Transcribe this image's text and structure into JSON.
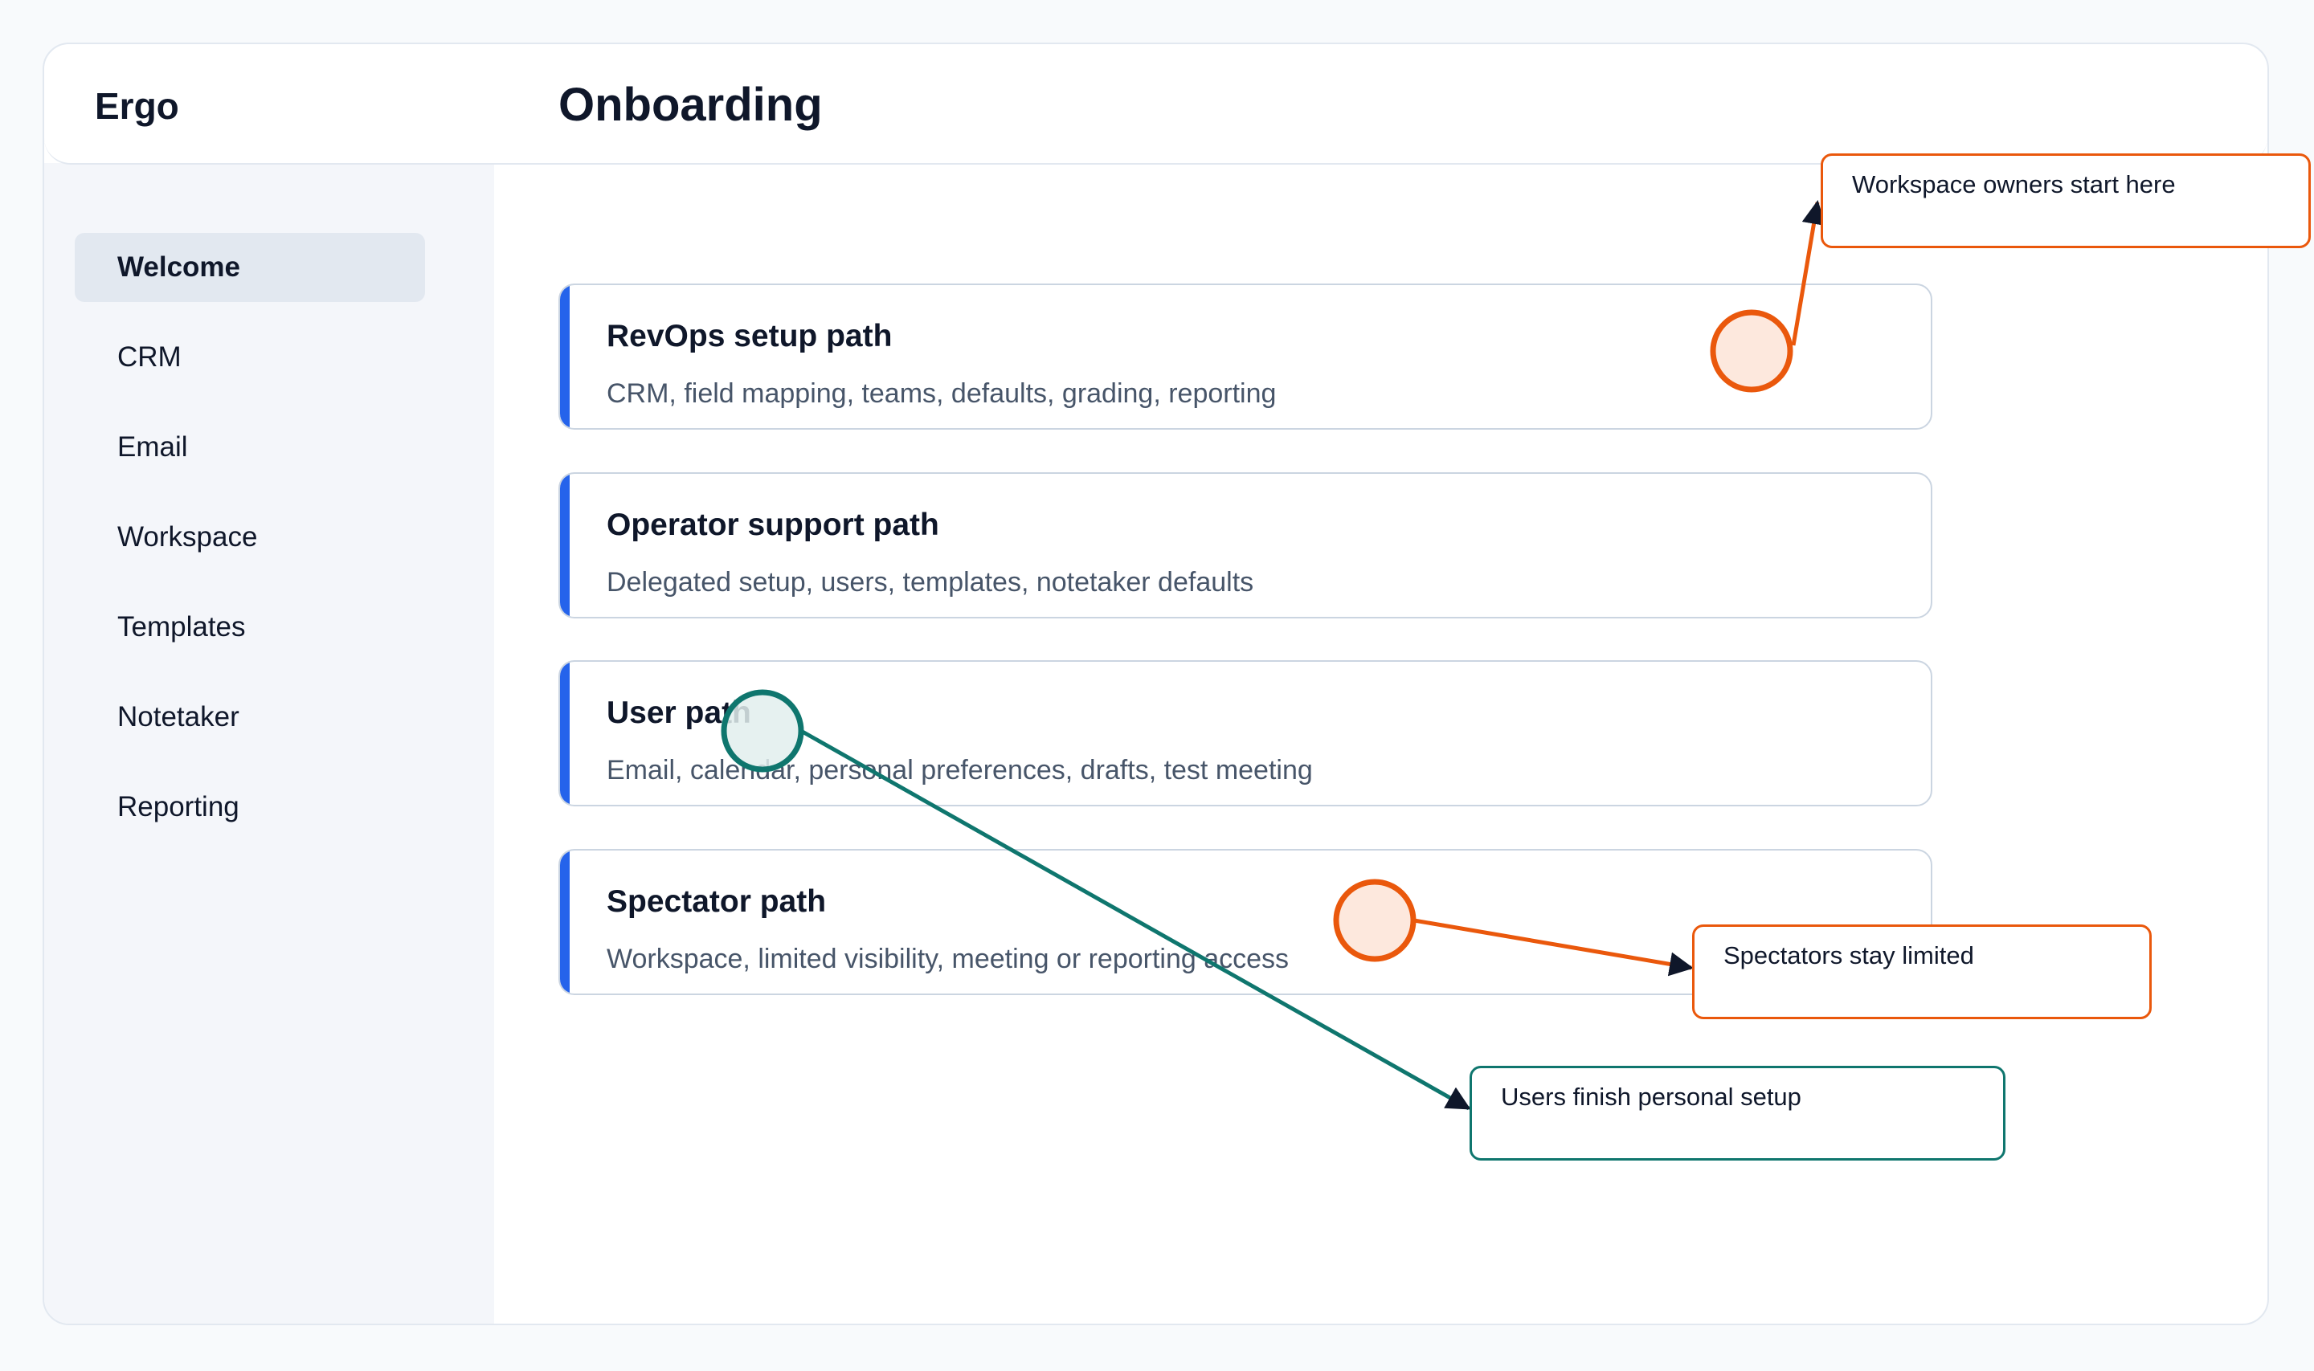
{
  "app": {
    "brand": "Ergo",
    "page_title": "Onboarding"
  },
  "sidebar": {
    "items": [
      {
        "label": "Welcome",
        "active": true
      },
      {
        "label": "CRM",
        "active": false
      },
      {
        "label": "Email",
        "active": false
      },
      {
        "label": "Workspace",
        "active": false
      },
      {
        "label": "Templates",
        "active": false
      },
      {
        "label": "Notetaker",
        "active": false
      },
      {
        "label": "Reporting",
        "active": false
      }
    ]
  },
  "paths": [
    {
      "title": "RevOps setup path",
      "description": "CRM, field mapping, teams, defaults, grading, reporting"
    },
    {
      "title": "Operator support path",
      "description": "Delegated setup, users, templates, notetaker defaults"
    },
    {
      "title": "User path",
      "description": "Email, calendar, personal preferences, drafts, test meeting"
    },
    {
      "title": "Spectator path",
      "description": "Workspace, limited visibility, meeting or reporting access"
    }
  ],
  "annotations": [
    {
      "label": "Workspace owners start here",
      "color": "#ea580c"
    },
    {
      "label": "Users finish personal setup",
      "color": "#0f766e"
    },
    {
      "label": "Spectators stay limited",
      "color": "#ea580c"
    }
  ],
  "colors": {
    "accent": "#2563eb",
    "annotation_orange": "#ea580c",
    "annotation_teal": "#0f766e",
    "marker_orange_fill": "#fde8dd",
    "marker_teal_fill": "#e2efed"
  }
}
